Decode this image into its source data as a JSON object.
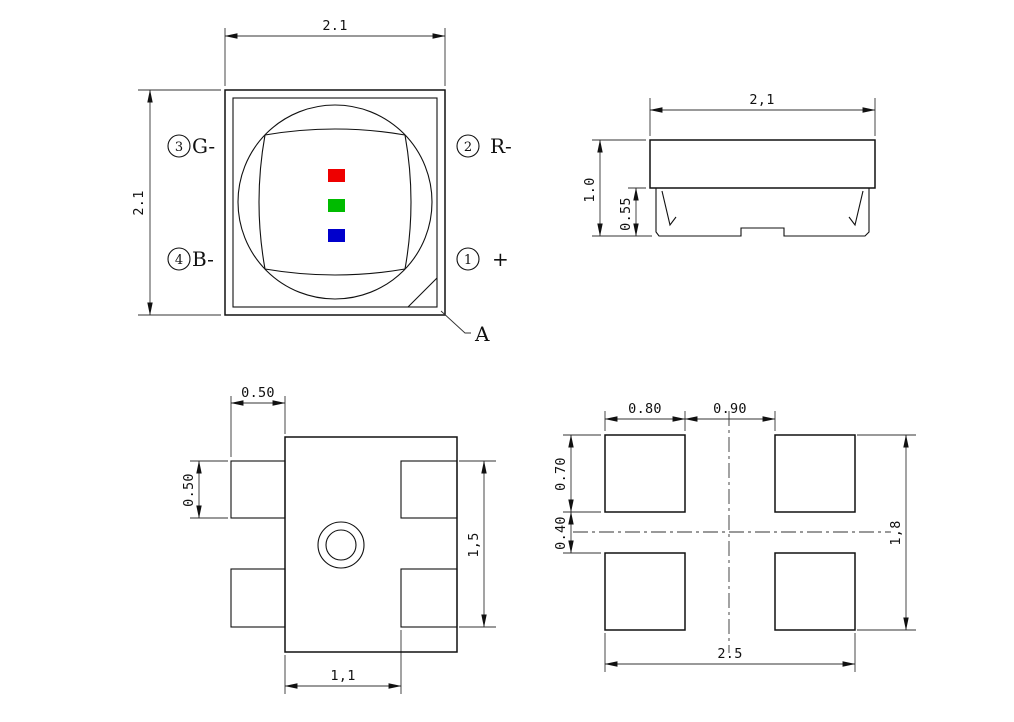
{
  "drawing": {
    "background": "#ffffff",
    "line_color": "#111111"
  },
  "top_view": {
    "dim_width": "2.1",
    "dim_height": "2.1",
    "pins": [
      {
        "num": "3",
        "label": "G-"
      },
      {
        "num": "2",
        "label": "R-"
      },
      {
        "num": "4",
        "label": "B-"
      },
      {
        "num": "1",
        "label": "+"
      }
    ],
    "corner_mark": "A",
    "chip_colors": {
      "red": "#ee0000",
      "green": "#00bb00",
      "blue": "#0000cc"
    }
  },
  "side_view": {
    "dim_width": "2,1",
    "dim_height": "1.0",
    "dim_base_height": "0.55"
  },
  "bottom_view": {
    "dim_pad_width": "0.50",
    "dim_pad_height": "0.50",
    "dim_pad_span": "1,5",
    "dim_inner_width": "1,1"
  },
  "pad_layout": {
    "dim_pad_width": "0.80",
    "dim_gap_h": "0.90",
    "dim_pad_height": "0.70",
    "dim_gap_v": "0.40",
    "dim_total_height": "1,8",
    "dim_total_width": "2.5"
  }
}
